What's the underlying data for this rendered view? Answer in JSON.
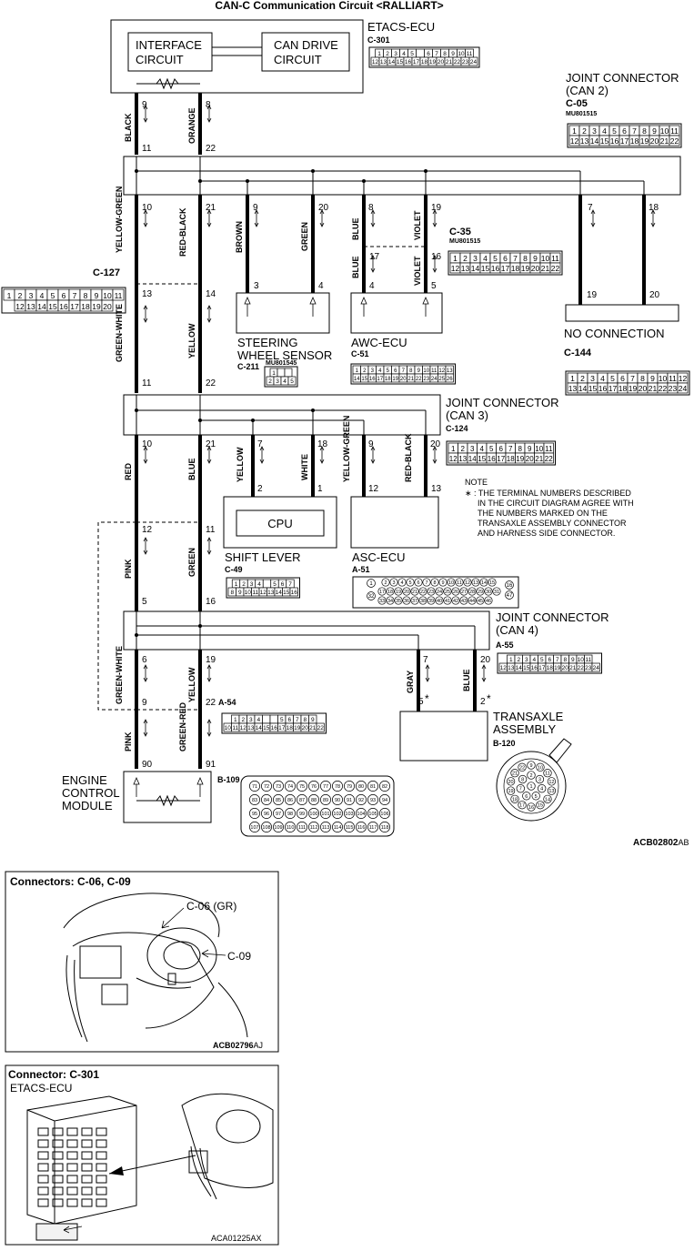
{
  "title": "CAN-C Communication Circuit <RALLIART>",
  "code_main": {
    "prefix": "ACB02802",
    "suffix": "AB"
  },
  "etacs": {
    "name": "ETACS-ECU",
    "connector": "C-301",
    "interface_lines": [
      "INTERFACE",
      "CIRCUIT"
    ],
    "candrive_lines": [
      "CAN DRIVE",
      "CIRCUIT"
    ],
    "pins_top": [
      "1",
      "2",
      "3",
      "4",
      "5",
      "",
      "6",
      "7",
      "8",
      "9",
      "10",
      "11"
    ],
    "pins_bottom": [
      "12",
      "13",
      "14",
      "15",
      "16",
      "17",
      "18",
      "19",
      "20",
      "21",
      "22",
      "23",
      "24"
    ]
  },
  "joint_can2": {
    "lines": [
      "JOINT CONNECTOR",
      "(CAN 2)"
    ],
    "connector": "C-05",
    "part": "MU801515",
    "pins_top": [
      "1",
      "2",
      "3",
      "4",
      "5",
      "6",
      "7",
      "8",
      "9",
      "10",
      "11"
    ],
    "pins_bottom": [
      "12",
      "13",
      "14",
      "15",
      "16",
      "17",
      "18",
      "19",
      "20",
      "21",
      "22"
    ]
  },
  "joint_can3": {
    "lines": [
      "JOINT CONNECTOR",
      "(CAN 3)"
    ],
    "connector": "C-124",
    "pins_top": [
      "1",
      "2",
      "3",
      "4",
      "5",
      "6",
      "7",
      "8",
      "9",
      "10",
      "11"
    ],
    "pins_bottom": [
      "12",
      "13",
      "14",
      "15",
      "16",
      "17",
      "18",
      "19",
      "20",
      "21",
      "22"
    ]
  },
  "joint_can4": {
    "lines": [
      "JOINT CONNECTOR",
      "(CAN 4)"
    ],
    "connector": "A-55",
    "pins_top": [
      "1",
      "2",
      "3",
      "4",
      "5",
      "6",
      "7",
      "8",
      "9",
      "10",
      "11"
    ],
    "pins_bottom": [
      "12",
      "13",
      "14",
      "15",
      "16",
      "17",
      "18",
      "19",
      "20",
      "21",
      "22",
      "23",
      "24"
    ]
  },
  "c35": {
    "connector": "C-35",
    "part": "MU801515",
    "pins_top": [
      "1",
      "2",
      "3",
      "4",
      "5",
      "6",
      "7",
      "8",
      "9",
      "10",
      "11"
    ],
    "pins_bottom": [
      "12",
      "13",
      "14",
      "15",
      "16",
      "17",
      "18",
      "19",
      "20",
      "21",
      "22"
    ]
  },
  "c127": {
    "connector": "C-127",
    "pins_top": [
      "1",
      "2",
      "3",
      "4",
      "5",
      "6",
      "7",
      "8",
      "9",
      "10",
      "11"
    ],
    "pins_bottom": [
      "12",
      "13",
      "14",
      "15",
      "16",
      "17",
      "18",
      "19",
      "20"
    ]
  },
  "c144": {
    "connector": "C-144",
    "pins_top": [
      "1",
      "2",
      "3",
      "4",
      "5",
      "6",
      "7",
      "8",
      "9",
      "10",
      "11",
      "12"
    ],
    "pins_bottom": [
      "13",
      "14",
      "15",
      "16",
      "17",
      "18",
      "19",
      "20",
      "21",
      "22",
      "23",
      "24"
    ]
  },
  "steering": {
    "lines": [
      "STEERING",
      "WHEEL SENSOR"
    ],
    "connector": "C-211",
    "part": "MU801545",
    "pins_top": [
      "1",
      "",
      ""
    ],
    "pins_bottom": [
      "2",
      "3",
      "4",
      "5"
    ]
  },
  "awc": {
    "name": "AWC-ECU",
    "connector": "C-51",
    "pins_top": [
      "1",
      "2",
      "3",
      "4",
      "5",
      "6",
      "7",
      "8",
      "9",
      "10",
      "11",
      "12",
      "13"
    ],
    "pins_bottom": [
      "14",
      "15",
      "16",
      "17",
      "18",
      "19",
      "20",
      "21",
      "22",
      "23",
      "24",
      "25",
      "26"
    ]
  },
  "no_connection": "NO CONNECTION",
  "shift": {
    "name": "SHIFT LEVER",
    "cpu": "CPU",
    "connector": "C-49",
    "pins_top": [
      "1",
      "2",
      "3",
      "4",
      "",
      "5",
      "6",
      "7"
    ],
    "pins_bottom": [
      "8",
      "9",
      "10",
      "11",
      "12",
      "13",
      "14",
      "15",
      "16"
    ]
  },
  "asc": {
    "name": "ASC-ECU",
    "connector": "A-51",
    "pins_top": [
      "2",
      "3",
      "4",
      "5",
      "6",
      "7",
      "8",
      "9",
      "10",
      "11",
      "12",
      "13",
      "14",
      "15"
    ],
    "pins_mid": [
      "17",
      "18",
      "19",
      "20",
      "21",
      "22",
      "23",
      "24",
      "25",
      "26",
      "27",
      "28",
      "29",
      "30",
      "31"
    ],
    "pins_bottom": [
      "33",
      "34",
      "35",
      "36",
      "37",
      "38",
      "39",
      "40",
      "41",
      "42",
      "43",
      "44",
      "45",
      "46"
    ],
    "pin_left_top": "1",
    "pin_left_bottom": "32",
    "pin_right_top": "16",
    "pin_right_bottom": "47"
  },
  "note": {
    "head": "NOTE",
    "lines": [
      "∗ : THE TERMINAL NUMBERS DESCRIBED",
      "IN THE CIRCUIT DIAGRAM AGREE WITH",
      "THE NUMBERS MARKED ON THE",
      "TRANSAXLE ASSEMBLY CONNECTOR",
      "AND HARNESS SIDE CONNECTOR."
    ]
  },
  "a54": {
    "connector": "A-54",
    "pins_top": [
      "1",
      "2",
      "3",
      "4",
      "",
      "",
      "5",
      "6",
      "7",
      "8",
      "9"
    ],
    "pins_bottom": [
      "10",
      "11",
      "12",
      "13",
      "14",
      "15",
      "16",
      "17",
      "18",
      "19",
      "20",
      "21",
      "22"
    ]
  },
  "transaxle": {
    "lines": [
      "TRANSAXLE",
      "ASSEMBLY"
    ],
    "connector": "B-120",
    "pins": [
      "1",
      "2",
      "3",
      "4",
      "5",
      "6",
      "7",
      "8",
      "9",
      "10",
      "11",
      "12",
      "13",
      "14",
      "15",
      "16",
      "17",
      "18",
      "19",
      "20",
      "21",
      "22"
    ]
  },
  "engine": {
    "lines": [
      "ENGINE",
      "CONTROL",
      "MODULE"
    ],
    "connector": "B-109",
    "rows": [
      [
        "71",
        "72",
        "73",
        "74",
        "75",
        "76",
        "77",
        "78",
        "79",
        "80",
        "81",
        "82"
      ],
      [
        "83",
        "84",
        "85",
        "86",
        "87",
        "88",
        "89",
        "90",
        "91",
        "92",
        "93",
        "94"
      ],
      [
        "95",
        "96",
        "97",
        "98",
        "99",
        "100",
        "101",
        "102",
        "103",
        "104",
        "105",
        "106"
      ],
      [
        "107",
        "108",
        "109",
        "110",
        "111",
        "112",
        "113",
        "114",
        "115",
        "116",
        "117",
        "118"
      ]
    ]
  },
  "wires": {
    "black": "BLACK",
    "orange": "ORANGE",
    "yellow_green": "YELLOW-GREEN",
    "red_black": "RED-BLACK",
    "brown": "BROWN",
    "green": "GREEN",
    "blue": "BLUE",
    "violet": "VIOLET",
    "green_white": "GREEN-WHITE",
    "yellow": "YELLOW",
    "red": "RED",
    "white": "WHITE",
    "pink": "PINK",
    "gray": "GRAY",
    "green_red": "GREEN-RED"
  },
  "panel1": {
    "title": "Connectors: C-06, C-09",
    "label_c06": "C-06 (GR)",
    "label_c09": "C-09",
    "code": {
      "prefix": "ACB02796",
      "suffix": "AJ"
    }
  },
  "panel2": {
    "title": "Connector: C-301",
    "subtitle": "ETACS-ECU",
    "code": {
      "prefix": "ACA01225",
      "suffix": "AX"
    }
  }
}
